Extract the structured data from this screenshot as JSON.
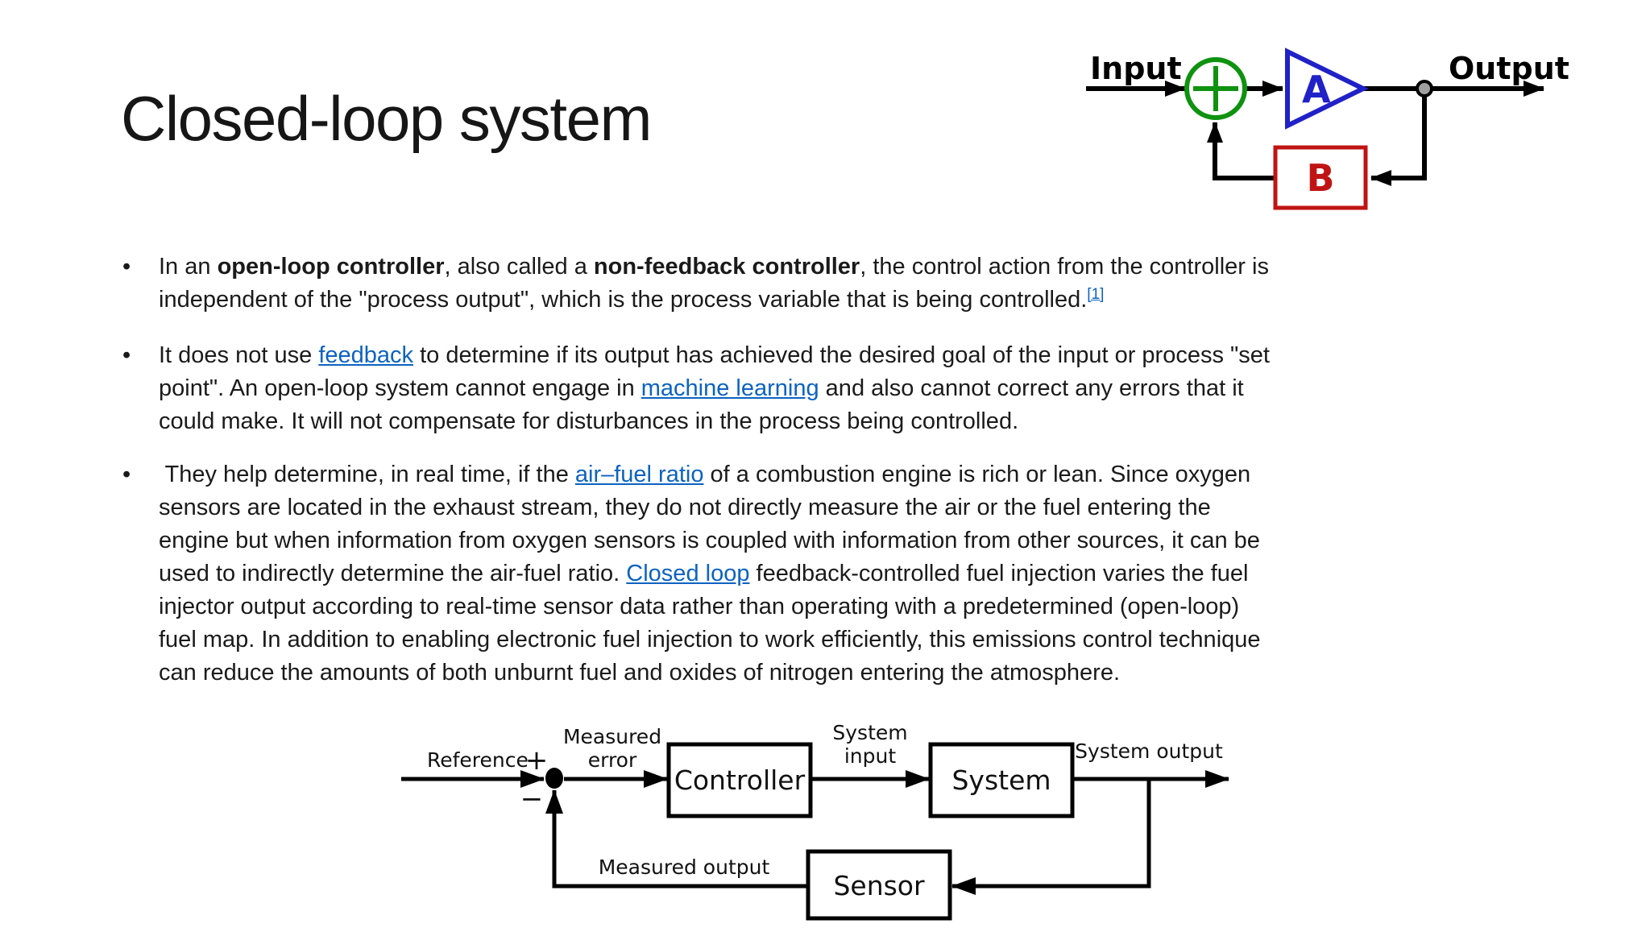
{
  "slide": {
    "title": "Closed-loop system",
    "background": "#ffffff"
  },
  "text_styles": {
    "link_color": "#0b63c1",
    "body_color": "#1a1a1a",
    "title_color": "#161616"
  },
  "bullets": [
    {
      "lines": [
        [
          {
            "t": "In an "
          },
          {
            "t": "open-loop controller",
            "b": true
          },
          {
            "t": ", also called a "
          },
          {
            "t": "non-feedback controller",
            "b": true
          },
          {
            "t": ", the control action from the controller is"
          }
        ],
        [
          {
            "t": "independent of the \"process output\", which is the process variable that is being controlled."
          },
          {
            "t": "[1]",
            "link": true,
            "sup": true,
            "n": "reference-1-link"
          }
        ]
      ]
    },
    {
      "lines": [
        [
          {
            "t": "It does not use "
          },
          {
            "t": "feedback",
            "link": true,
            "n": "feedback-link"
          },
          {
            "t": " to determine if its output has achieved the desired goal of the input or process \"set"
          }
        ],
        [
          {
            "t": "point\". An open-loop system cannot engage in "
          },
          {
            "t": "machine learning",
            "link": true,
            "n": "machine-learning-link"
          },
          {
            "t": " and also cannot correct any errors that it"
          }
        ],
        [
          {
            "t": "could make. It will not compensate for disturbances in the process being controlled."
          }
        ]
      ]
    },
    {
      "lines": [
        [
          {
            "t": " They help determine, in real time, if the "
          },
          {
            "t": "air–fuel ratio",
            "link": true,
            "n": "air-fuel-ratio-link"
          },
          {
            "t": " of a combustion engine is rich or lean. Since oxygen"
          }
        ],
        [
          {
            "t": "sensors are located in the exhaust stream, they do not directly measure the air or the fuel entering the"
          }
        ],
        [
          {
            "t": "engine but when information from oxygen sensors is coupled with information from other sources, it can be"
          }
        ],
        [
          {
            "t": "used to indirectly determine the air-fuel ratio. "
          },
          {
            "t": "Closed loop",
            "link": true,
            "n": "closed-loop-link"
          },
          {
            "t": " feedback-controlled fuel injection varies the fuel"
          }
        ],
        [
          {
            "t": "injector output according to real-time sensor data rather than operating with a predetermined (open-loop)"
          }
        ],
        [
          {
            "t": "fuel map. In addition to enabling electronic fuel injection to work efficiently, this emissions control technique"
          }
        ],
        [
          {
            "t": "can reduce the amounts of both unburnt fuel and oxides of nitrogen entering the atmosphere."
          }
        ]
      ]
    }
  ],
  "top_diagram": {
    "input_label": "Input",
    "output_label": "Output",
    "block_a": "A",
    "block_b": "B",
    "colors": {
      "summing_junction": "#0f9210",
      "amplifier": "#2121c8",
      "feedback_block": "#c01414",
      "wire": "#000000",
      "node_fill": "#a0a0a0"
    }
  },
  "bottom_diagram": {
    "reference_label": "Reference",
    "plus": "+",
    "minus": "−",
    "measured_error_line1": "Measured",
    "measured_error_line2": "error",
    "controller_label": "Controller",
    "system_input_line1": "System",
    "system_input_line2": "input",
    "system_label": "System",
    "system_output_label": "System output",
    "sensor_label": "Sensor",
    "measured_output_label": "Measured output",
    "colors": {
      "wire": "#000000",
      "box_fill": "#ffffff"
    }
  }
}
